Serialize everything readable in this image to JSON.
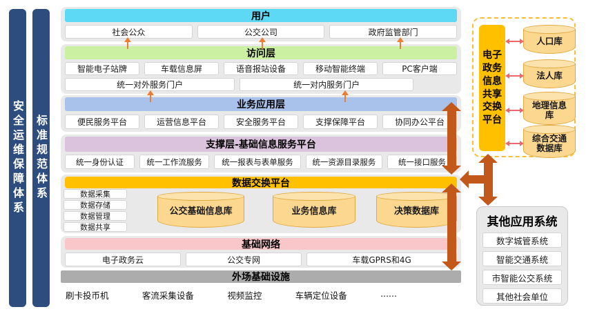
{
  "pillars": [
    {
      "label": "安全运维保障体系"
    },
    {
      "label": "标准规范体系"
    }
  ],
  "layers": {
    "users": {
      "title": "用户",
      "items": [
        "社会公众",
        "公交公司",
        "政府监管部门"
      ]
    },
    "access": {
      "title": "访问层",
      "row1": [
        "智能电子站牌",
        "车载信息屏",
        "语音报站设备",
        "移动智能终端",
        "PC客户端"
      ],
      "row2": [
        "统一对外服务门户",
        "统一对内服务门户"
      ]
    },
    "business": {
      "title": "业务应用层",
      "items": [
        "便民服务平台",
        "运营信息平台",
        "安全服务平台",
        "支撑保障平台",
        "协同办公平台"
      ]
    },
    "support": {
      "title": "支撑层-基础信息服务平台",
      "items": [
        "统一身份认证",
        "统一工作流服务",
        "统一报表与表单服务",
        "统一资源目录服务",
        "统一接口服务"
      ]
    },
    "data_exchange": {
      "title": "数据交换平台",
      "side_items": [
        "数据采集",
        "数据存储",
        "数据管理",
        "数据共享"
      ],
      "databases": [
        "公交基础信息库",
        "业务信息库",
        "决策数据库"
      ]
    },
    "network": {
      "title": "基础网络",
      "items": [
        "电子政务云",
        "公交专网",
        "车载GPRS和4G"
      ]
    },
    "field": {
      "title": "外场基础设施",
      "items": [
        "刷卡投币机",
        "客流采集设备",
        "视频监控",
        "车辆定位设备",
        "......"
      ]
    }
  },
  "exchange_platform": {
    "title": "电子政务信息共享交换平台",
    "databases": [
      "人口库",
      "法人库",
      "地理信息库",
      "综合交通数据库"
    ]
  },
  "other_systems": {
    "title": "其他应用系统",
    "items": [
      "数字城管系统",
      "智能交通系统",
      "市智能公交系统",
      "其他社会单位"
    ]
  },
  "colors": {
    "users_header": "#5ED9F5",
    "access_header": "#CBF0A2",
    "business_header": "#A8C2EC",
    "support_header": "#DCC3DD",
    "data_exchange_header": "#FFC000",
    "network_header": "#F9C7CA",
    "field_header": "#ACACAC",
    "pillar": "#2C4D7E",
    "panel_bg": "#E9E9E9",
    "big_arrow": "#C2591B",
    "small_arrow": "#ED7D31",
    "link_arrow": "#F06666",
    "cylinder_fill": "#FBD78F",
    "cylinder_border": "#E0A83D",
    "platform_box": "#FFC000"
  }
}
